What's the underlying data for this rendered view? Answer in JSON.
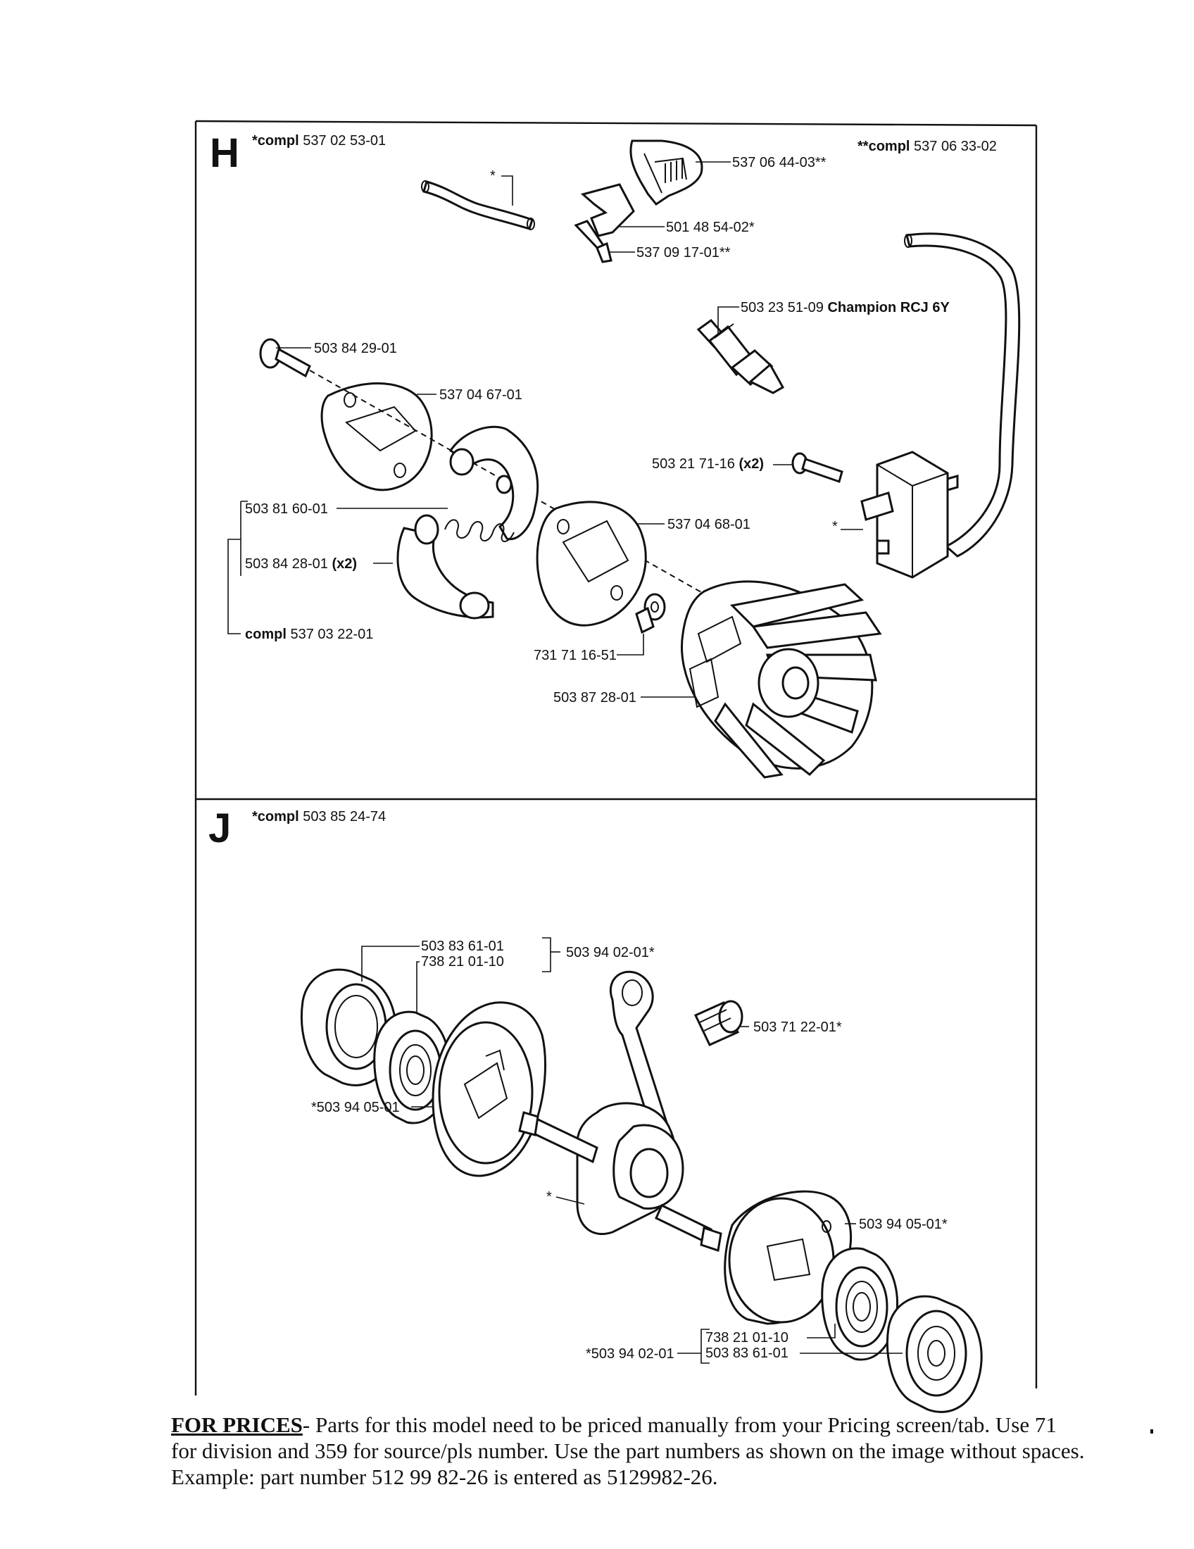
{
  "sections": {
    "h": {
      "letter": "H",
      "compl_a": {
        "prefix": "*compl",
        "number": "537 02 53-01"
      },
      "compl_b": {
        "prefix": "**compl",
        "number": "537 06 33-02"
      },
      "labels": {
        "p1": "537 06 44-03**",
        "p2": "501 48 54-02*",
        "p3": "537 09 17-01**",
        "star": "*",
        "p4": "503 23 51-09",
        "p4_bold": "Champion RCJ 6Y",
        "p5": "503 84 29-01",
        "p6": "537 04 67-01",
        "p7": "503 21 71-16",
        "p7_qty": "(x2)",
        "p8": "503 81 60-01",
        "p9": "537 04 68-01",
        "p10": "503 84 28-01",
        "p10_qty": "(x2)",
        "p11_prefix": "compl",
        "p11": "537 03 22-01",
        "p12": "731 71 16-51",
        "p13": "503 87 28-01",
        "star2": "*"
      }
    },
    "j": {
      "letter": "J",
      "compl": {
        "prefix": "*compl",
        "number": "503 85 24-74"
      },
      "labels": {
        "q1": "503 83 61-01",
        "q2": "738 21 01-10",
        "q3": "503 94 02-01*",
        "q4": "503 71 22-01*",
        "q5": "*503 94 05-01",
        "star": "*",
        "q6": "503 94 05-01*",
        "q7": "*503 94 02-01",
        "q8": "738 21 01-10",
        "q9": "503 83 61-01"
      }
    }
  },
  "footer": {
    "heading": "FOR PRICES",
    "text": "- Parts for this model need to be priced manually from your Pricing screen/tab. Use 71 for division and 359 for source/pls number.  Use the part numbers as shown on the image without spaces.  Example: part number 512 99 82-26 is entered as 5129982-26."
  }
}
